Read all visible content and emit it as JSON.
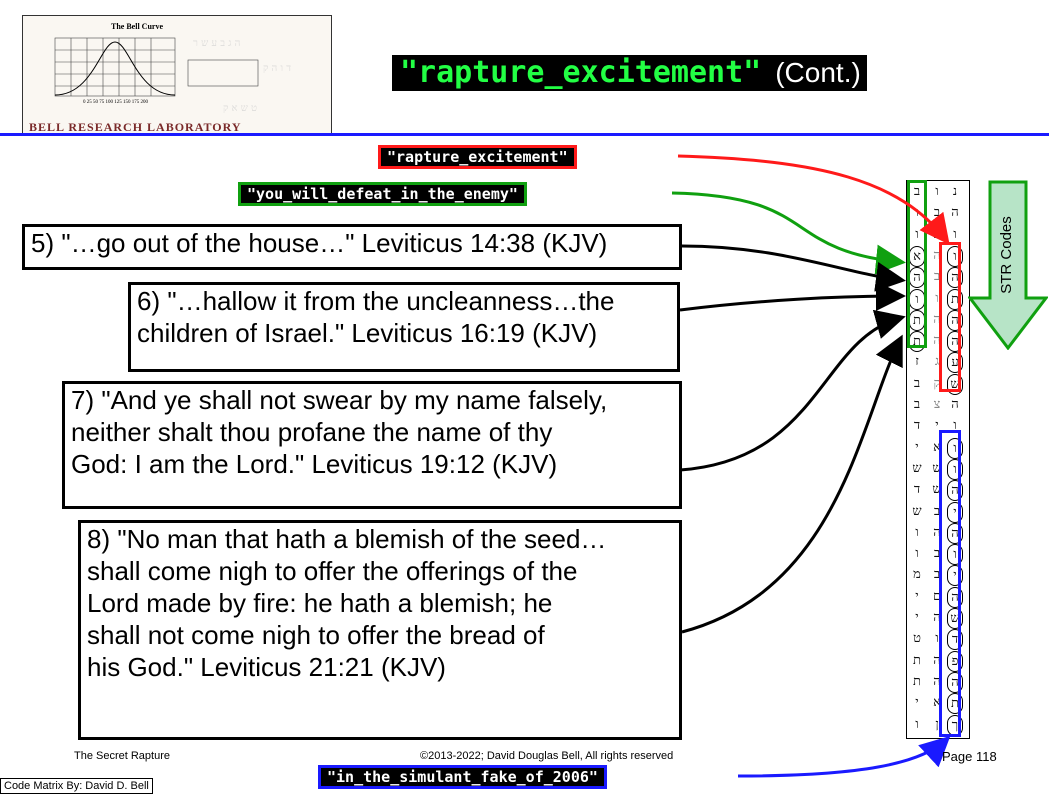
{
  "header": {
    "logo": {
      "chart_title": "The Bell Curve",
      "axis_ticks": "0  25  50  75  100 125 150 175 200",
      "lab_name": "BELL RESEARCH LABORATORY"
    },
    "title_code": "\"rapture_excitement\"",
    "title_suffix": "(Cont.)"
  },
  "labels": {
    "rapture": "\"rapture_excitement\"",
    "defeat": "\"you_will_defeat_in_the_enemy\"",
    "simulant": "\"in_the_simulant_fake_of_2006\""
  },
  "verses": {
    "v5": [
      "5) \"…go out of the house…\" Leviticus 14:38 (KJV)"
    ],
    "v6": [
      "6) \"…hallow it from the uncleanness…the",
      "children of Israel.\" Leviticus 16:19 (KJV)"
    ],
    "v7": [
      "7) \"And ye shall not swear by my name falsely,",
      "neither shalt thou profane the name of thy",
      "God: I am the Lord.\" Leviticus 19:12 (KJV)"
    ],
    "v8": [
      "8) \"No man that hath a blemish of the seed…",
      "shall come nigh to offer the offerings of the",
      "Lord made by fire: he hath a blemish; he",
      "shall not come nigh to offer the bread of",
      "his God.\" Leviticus 21:21 (KJV)"
    ]
  },
  "str_codes": "STR Codes",
  "footer": {
    "left": "The Secret Rapture",
    "middle": "©2013-2022; David Douglas Bell, All rights reserved",
    "right": "Page 118",
    "credit": "Code Matrix By: David D. Bell"
  },
  "colors": {
    "red": "#ff1a1a",
    "green": "#10a010",
    "blue": "#1a1aff",
    "title_green": "#22ff44"
  },
  "matrix": {
    "col1": [
      "ב",
      "ו",
      "ו",
      "א",
      "ה",
      "ו",
      "ת",
      "ת",
      "ז",
      "ב",
      "ב",
      "ד",
      "י",
      "ש",
      "ד",
      "ש",
      "ו",
      "ו",
      "מ",
      "י",
      "י",
      "ט",
      "ת",
      "ת",
      "י",
      "ו"
    ],
    "col2": [
      "ו",
      "ב",
      "ב",
      "ה",
      "ב",
      "ו",
      "ה",
      "ה",
      "ג",
      "ק",
      "צ",
      "י",
      "א",
      "ש",
      "ש",
      "ב",
      "ה",
      "ב",
      "ב",
      "ם",
      "ה",
      "ו",
      "ה",
      "ה",
      "א",
      "ן"
    ],
    "col3": [
      "נ",
      "ה",
      "ו",
      "ו",
      "ה",
      "ת",
      "ה",
      "ה",
      "ע",
      "ש",
      "ה",
      "ו",
      "ו",
      "ו",
      "ה",
      "י",
      "ה",
      "ו",
      "י",
      "ה",
      "ש",
      "ד",
      "פ",
      "ה",
      "ת",
      "ך"
    ]
  }
}
